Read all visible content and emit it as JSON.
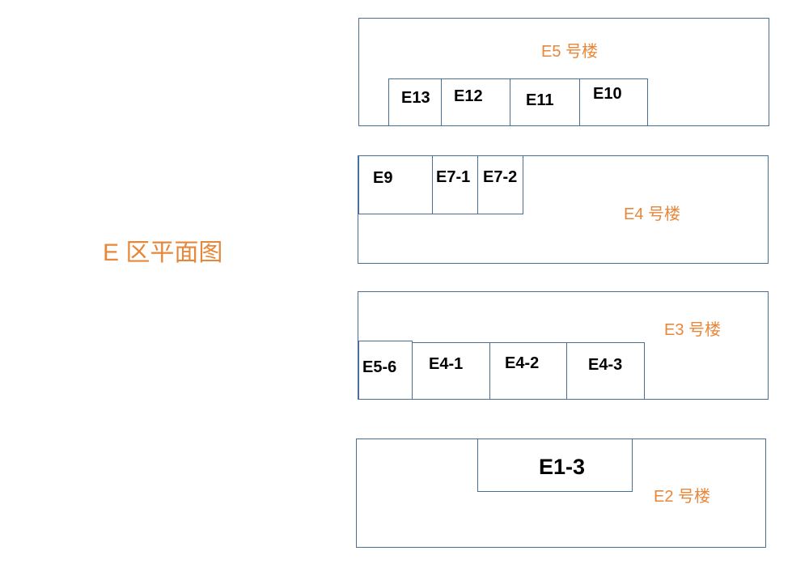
{
  "title": "E 区平面图",
  "colors": {
    "accent": "#e7873a",
    "outline": "#4a6f96",
    "text": "#000000"
  },
  "buildings": {
    "e5": {
      "label": "E5 号楼",
      "units": [
        "E13",
        "E12",
        "E11",
        "E10"
      ]
    },
    "e4": {
      "label": "E4 号楼",
      "units": [
        "E9",
        "E7-1",
        "E7-2"
      ]
    },
    "e3": {
      "label": "E3 号楼",
      "units": [
        "E5-6",
        "E4-1",
        "E4-2",
        "E4-3"
      ]
    },
    "e2": {
      "label": "E2 号楼",
      "units": [
        "E1-3"
      ]
    }
  }
}
